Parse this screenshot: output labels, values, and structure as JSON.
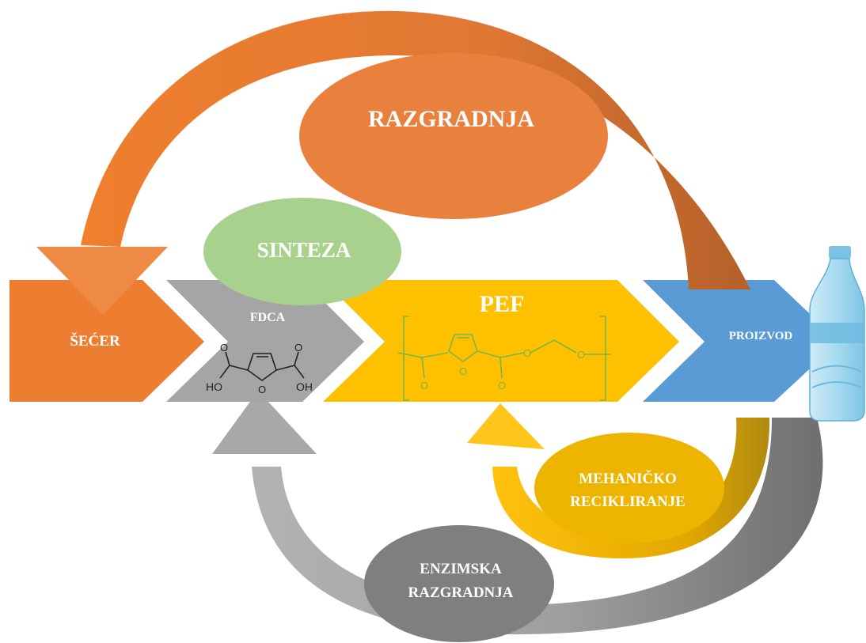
{
  "stages": {
    "secer": "ŠEĆER",
    "fdca": "FDCA",
    "pef": "PEF",
    "proizvod": "PROIZVOD"
  },
  "processes": {
    "razgradnja": "RAZGRADNJA",
    "sinteza": "SINTEZA",
    "mehanicko_line1": "MEHANIČKO",
    "mehanicko_line2": "RECIKLIRANJE",
    "enzimska_line1": "ENZIMSKA",
    "enzimska_line2": "RAZGRADNJA"
  },
  "chemistry": {
    "fdca_oh_left": "HO",
    "fdca_oh_right": "OH",
    "fdca_o1": "O",
    "fdca_o2": "O",
    "fdca_o_ring": "O",
    "pef_o_ring": "O",
    "pef_o1": "O",
    "pef_o2": "O",
    "pef_o3": "O",
    "pef_o4": "O"
  },
  "colors": {
    "secer": "#ED7D31",
    "fdca": "#A5A5A5",
    "pef": "#FFC000",
    "proizvod": "#5B9BD5",
    "sinteza": "#A9D18E",
    "razgradnja_ellipse": "#E9803E",
    "enzimska_ellipse": "#7F7F7F",
    "mehanicko_ellipse": "#EDB500",
    "pef_structure": "#7AB648",
    "bottle": "#8ECDEB"
  },
  "icons": {
    "product": "plastic-bottle-icon"
  }
}
